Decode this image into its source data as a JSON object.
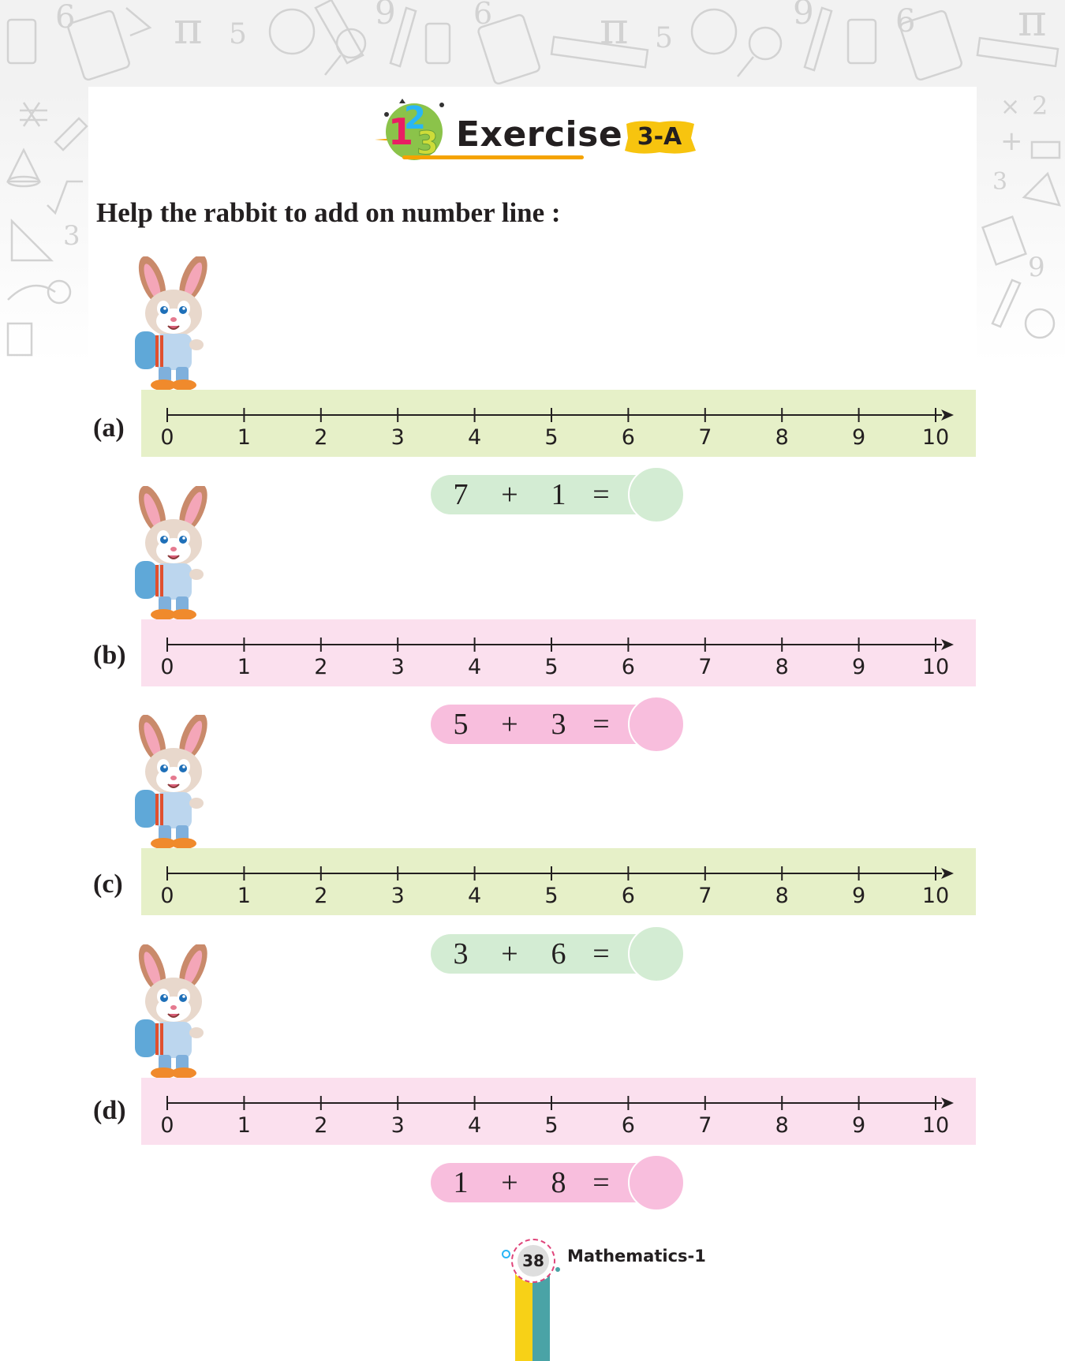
{
  "header": {
    "title": "Exercise",
    "badge": "3-A",
    "logo_icon": "numbers-123-logo-icon"
  },
  "instruction": "Help the rabbit to add on number line :",
  "number_line": {
    "ticks": [
      "0",
      "1",
      "2",
      "3",
      "4",
      "5",
      "6",
      "7",
      "8",
      "9",
      "10"
    ],
    "arrow_icon": "arrow-right-icon"
  },
  "items": [
    {
      "label": "(a)",
      "a": "7",
      "op": "+",
      "b": "1",
      "eq": "=",
      "answer": "",
      "color": "green"
    },
    {
      "label": "(b)",
      "a": "5",
      "op": "+",
      "b": "3",
      "eq": "=",
      "answer": "",
      "color": "pink"
    },
    {
      "label": "(c)",
      "a": "3",
      "op": "+",
      "b": "6",
      "eq": "=",
      "answer": "",
      "color": "green"
    },
    {
      "label": "(d)",
      "a": "1",
      "op": "+",
      "b": "8",
      "eq": "=",
      "answer": "",
      "color": "pink"
    }
  ],
  "rabbit_icon": "rabbit-with-backpack-icon",
  "footer": {
    "page_number": "38",
    "book": "Mathematics-1"
  },
  "colors": {
    "green_strip": "#e6f0c8",
    "pink_strip": "#fbe0ee",
    "green_pill": "#d3ecd3",
    "pink_pill": "#f8bedd",
    "badge_yellow": "#f7c40f",
    "underline_orange": "#f5a300"
  }
}
